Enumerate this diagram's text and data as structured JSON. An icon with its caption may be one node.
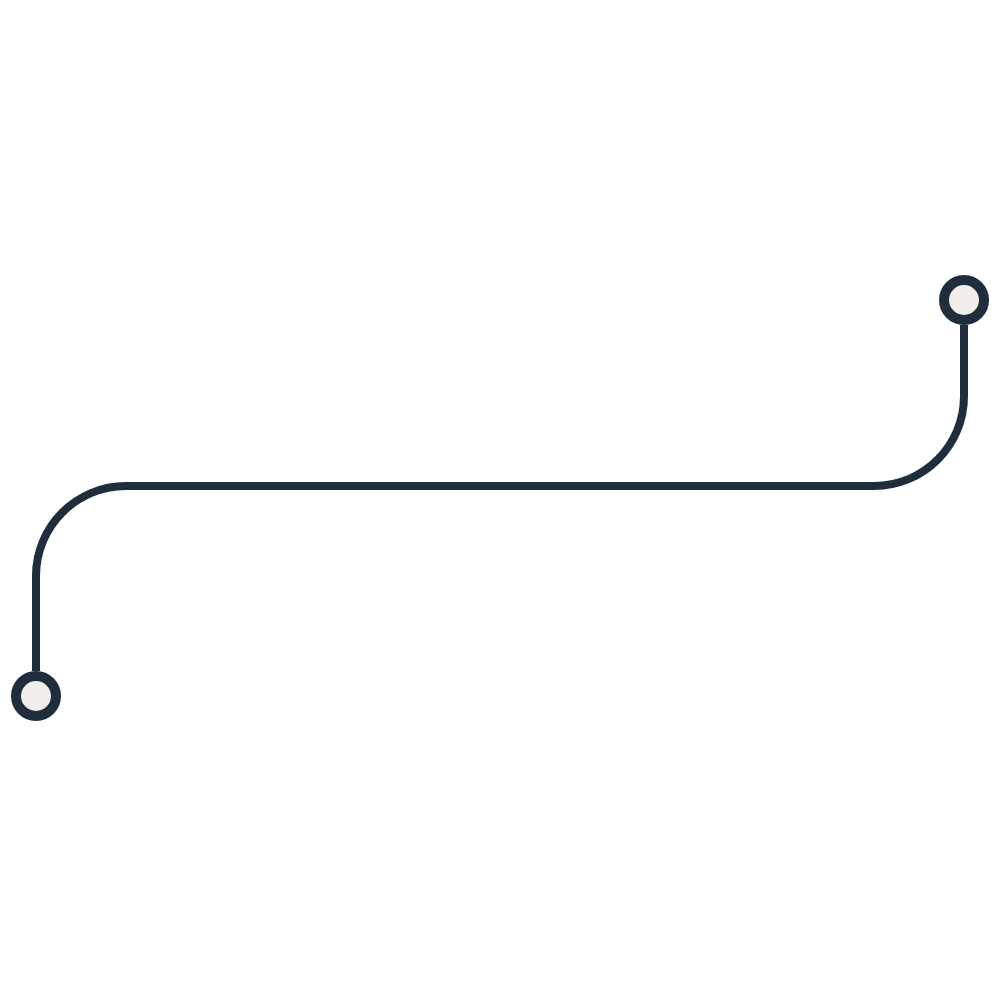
{
  "diagram": {
    "nodes": [
      {
        "text": [],
        "shape": "circle"
      },
      {
        "text": [],
        "shape": "circle"
      }
    ],
    "edges": [
      {
        "from": 0,
        "to": 1,
        "arrow": "none"
      }
    ]
  }
}
